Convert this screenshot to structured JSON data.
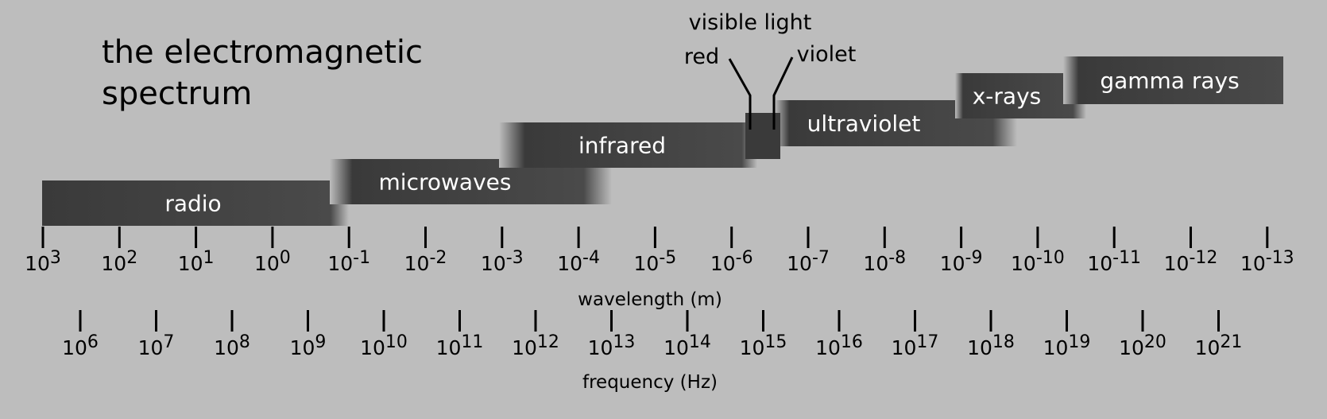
{
  "title": {
    "line1": "the electromagnetic",
    "line2": "spectrum"
  },
  "visible_light": {
    "label": "visible light",
    "red_label": "red",
    "violet_label": "violet"
  },
  "bands": [
    {
      "key": "radio",
      "label": "radio"
    },
    {
      "key": "microwaves",
      "label": "microwaves"
    },
    {
      "key": "infrared",
      "label": "infrared"
    },
    {
      "key": "ultraviolet",
      "label": "ultraviolet"
    },
    {
      "key": "x-rays",
      "label": "x-rays"
    },
    {
      "key": "gamma-rays",
      "label": "gamma rays"
    }
  ],
  "wavelength_axis": {
    "label": "wavelength (m)",
    "ticks": [
      {
        "base": "10",
        "exp": "3"
      },
      {
        "base": "10",
        "exp": "2"
      },
      {
        "base": "10",
        "exp": "1"
      },
      {
        "base": "10",
        "exp": "0"
      },
      {
        "base": "10",
        "exp": "-1"
      },
      {
        "base": "10",
        "exp": "-2"
      },
      {
        "base": "10",
        "exp": "-3"
      },
      {
        "base": "10",
        "exp": "-4"
      },
      {
        "base": "10",
        "exp": "-5"
      },
      {
        "base": "10",
        "exp": "-6"
      },
      {
        "base": "10",
        "exp": "-7"
      },
      {
        "base": "10",
        "exp": "-8"
      },
      {
        "base": "10",
        "exp": "-9"
      },
      {
        "base": "10",
        "exp": "-10"
      },
      {
        "base": "10",
        "exp": "-11"
      },
      {
        "base": "10",
        "exp": "-12"
      },
      {
        "base": "10",
        "exp": "-13"
      }
    ]
  },
  "frequency_axis": {
    "label": "frequency (Hz)",
    "ticks": [
      {
        "base": "10",
        "exp": "6"
      },
      {
        "base": "10",
        "exp": "7"
      },
      {
        "base": "10",
        "exp": "8"
      },
      {
        "base": "10",
        "exp": "9"
      },
      {
        "base": "10",
        "exp": "10"
      },
      {
        "base": "10",
        "exp": "11"
      },
      {
        "base": "10",
        "exp": "12"
      },
      {
        "base": "10",
        "exp": "13"
      },
      {
        "base": "10",
        "exp": "14"
      },
      {
        "base": "10",
        "exp": "15"
      },
      {
        "base": "10",
        "exp": "16"
      },
      {
        "base": "10",
        "exp": "17"
      },
      {
        "base": "10",
        "exp": "18"
      },
      {
        "base": "10",
        "exp": "19"
      },
      {
        "base": "10",
        "exp": "20"
      },
      {
        "base": "10",
        "exp": "21"
      }
    ]
  },
  "colors": {
    "background": "#bdbdbd",
    "band_dark": "#3a3a3a",
    "band_mid": "#4a4a4a",
    "band_text": "#ffffff",
    "ink": "#000000"
  }
}
